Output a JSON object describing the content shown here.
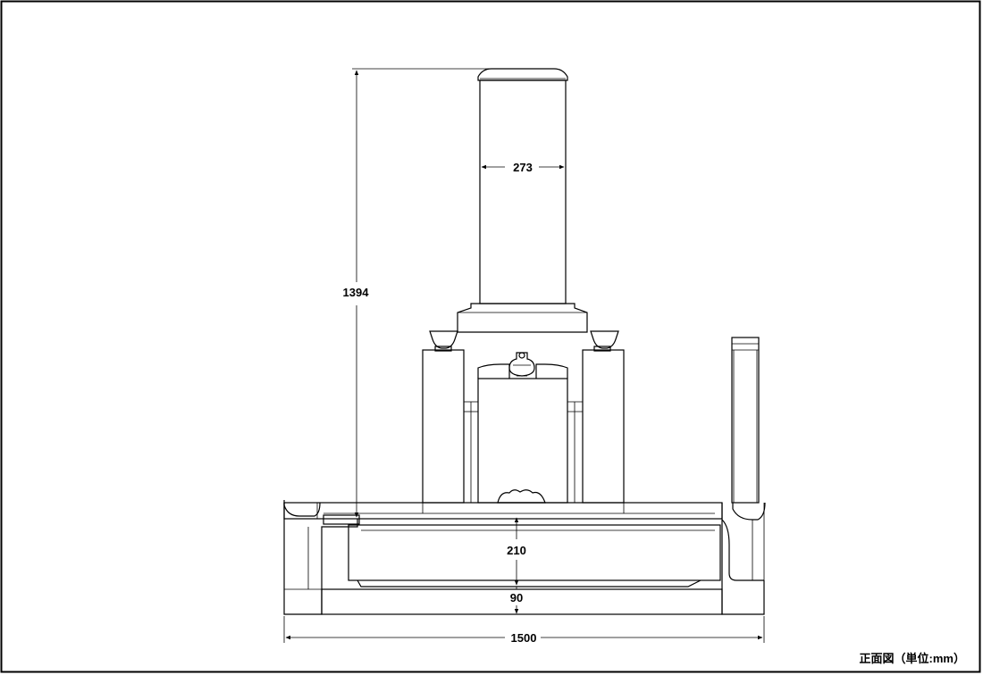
{
  "drawing": {
    "dimensions": {
      "total_height": "1394",
      "column_width": "273",
      "base_height": "210",
      "bottom_step": "90",
      "total_width": "1500"
    },
    "caption": "正面図（単位:mm）"
  }
}
